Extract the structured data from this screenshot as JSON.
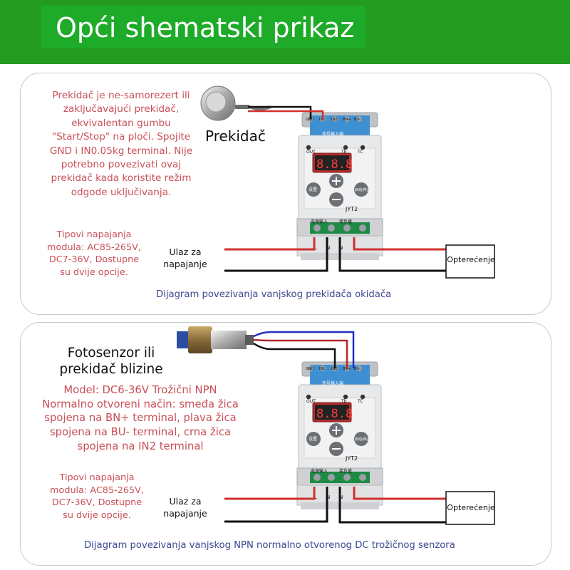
{
  "header": {
    "title": "Opći shematski prikaz"
  },
  "colors": {
    "header_bg": "#239b1f",
    "red_text": "#c94f57",
    "blue_caption": "#3c4790",
    "wire_red": "#d0312d",
    "wire_blue": "#2030c8",
    "wire_black": "#111111"
  },
  "device": {
    "top_terminals": [
      "GND",
      "IN1",
      "IN2",
      "BN+",
      "BU-"
    ],
    "top_label": "信号输入端",
    "leds": [
      "OUT",
      "Tb",
      "TC"
    ],
    "display": "8.8.8",
    "btn_set": "设置",
    "btn_start_stop": "启动/停止",
    "model": "JYT2",
    "bottom_labels": [
      "电源输入",
      "接负载"
    ],
    "bottom_terminals": [
      "L",
      "N",
      "N",
      "L"
    ]
  },
  "panel1": {
    "description_lines": [
      "Prekidač je ne-samorezert ili",
      "zaključavajući prekidač,",
      "ekvivalentan gumbu",
      "\"Start/Stop\" na ploči. Spojite",
      "GND i IN0.05kg terminal. Nije",
      "potrebno povezivati ovaj",
      "prekidač kada koristite režim",
      "odgode uključivanja."
    ],
    "switch_label": "Prekidač",
    "power_note_lines": [
      "Tipovi napajanja",
      "modula: AC85-265V,",
      "DC7-36V, Dostupne",
      "su dvije opcije."
    ],
    "power_input": [
      "Ulaz za",
      "napajanje"
    ],
    "load_label": "Opterećenje",
    "caption": "Dijagram povezivanja vanjskog prekidača okidača"
  },
  "panel2": {
    "sensor_label": [
      "Fotosenzor ili",
      "prekidač blizine"
    ],
    "model_lines": [
      "Model: DC6-36V Trožični NPN",
      "Normalno otvoreni način: smeđa žica",
      "spojena na BN+ terminal, plava žica",
      "spojena na BU- terminal, crna žica",
      "spojena na IN2 terminal"
    ],
    "power_note_lines": [
      "Tipovi napajanja",
      "modula: AC85-265V,",
      "DC7-36V, Dostupne",
      "su dvije opcije."
    ],
    "power_input": [
      "Ulaz za",
      "napajanje"
    ],
    "load_label": "Opterećenje",
    "caption": "Dijagram povezivanja vanjskog NPN normalno otvorenog DC trožičnog senzora"
  }
}
